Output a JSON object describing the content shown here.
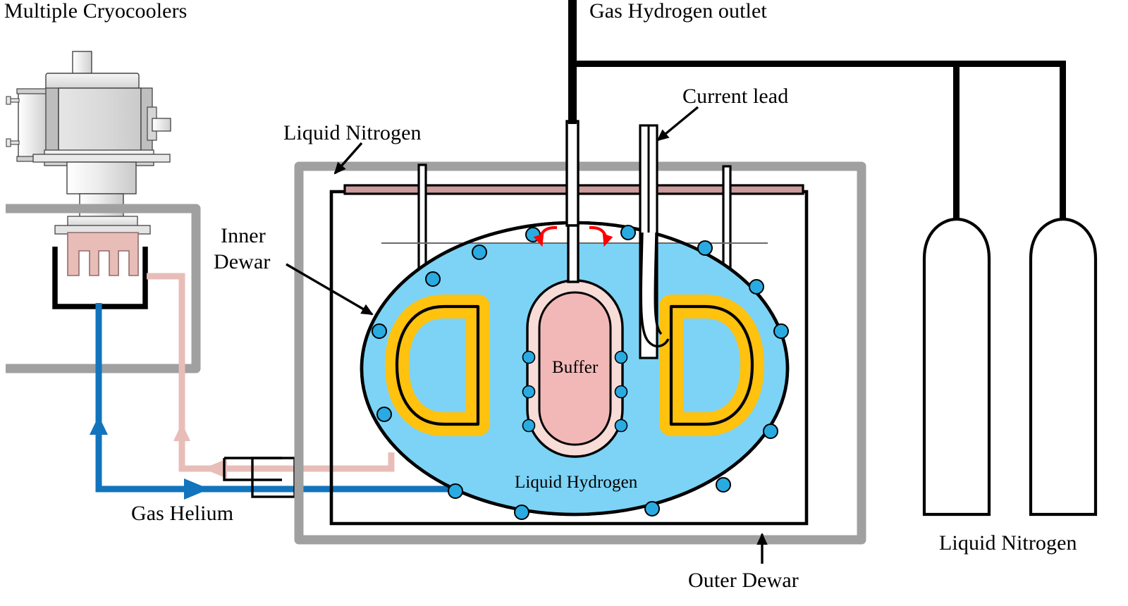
{
  "figure": {
    "type": "schematic-diagram",
    "subject": "Cryogenic liquid-hydrogen cooled superconducting magnet system with multiple cryocoolers"
  },
  "labels": {
    "multiple_cryocoolers": "Multiple Cryocoolers",
    "gas_hydrogen_outlet": "Gas Hydrogen outlet",
    "current_lead": "Current lead",
    "liquid_nitrogen_top": "Liquid Nitrogen",
    "inner_dewar_line1": "Inner",
    "inner_dewar_line2": "Dewar",
    "buffer": "Buffer",
    "liquid_hydrogen": "Liquid Hydrogen",
    "gas_helium": "Gas Helium",
    "outer_dewar": "Outer Dewar",
    "liquid_nitrogen_tanks": "Liquid Nitrogen"
  },
  "colors": {
    "liquid_hydrogen_fill": "#7DD3F5",
    "buffer_fill": "#F2B8B8",
    "buffer_wall": "#F7DCD8",
    "coil_fill": "#FFC20E",
    "nitrogen_plate": "#CD9B9B",
    "helium_cold_line": "#1274BC",
    "helium_warm_line": "#E8BDB8",
    "outer_dewar_wall": "#A0A0A0",
    "metal_light": "#EDEDED",
    "metal_mid": "#D4D4D4",
    "metal_dark": "#B4B4B4",
    "arrow_red": "#FF0000",
    "outline": "#000000"
  },
  "components": {
    "cryocooler": {
      "name": "cryocooler-unit",
      "count_hint": "Multiple"
    },
    "heat_exchanger": {
      "name": "heat-exchanger-block",
      "fins": 4
    },
    "coils": [
      {
        "name": "coil-left",
        "shape": "D"
      },
      {
        "name": "coil-right",
        "shape": "D"
      }
    ],
    "buffer_vessel": {
      "name": "buffer-vessel",
      "shape": "capsule"
    },
    "bubbles_on_inner_dewar": 14,
    "bubbles_on_buffer": 6,
    "nitrogen_tanks": 2,
    "support_rods": 4,
    "red_flow_arrows": 2
  }
}
